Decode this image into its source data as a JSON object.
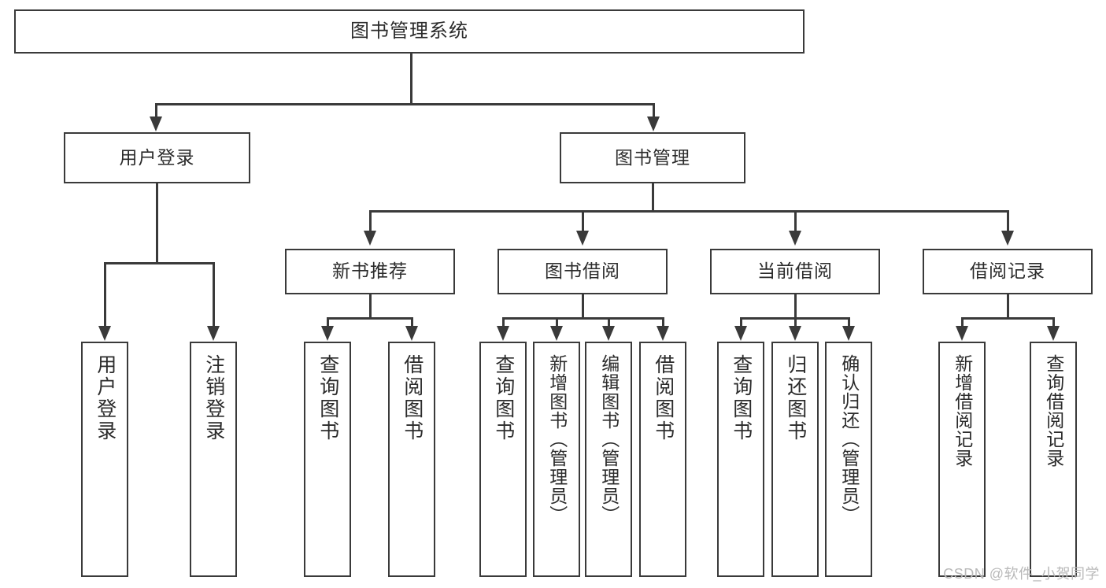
{
  "diagram": {
    "type": "tree-hierarchy",
    "title": "图书管理系统",
    "watermark": "CSDN @软件_小贺同学",
    "colors": {
      "stroke": "#3a3a3a",
      "background": "#ffffff",
      "text": "#2b2b2b",
      "watermark": "#b9b9b9"
    },
    "levels": {
      "root": {
        "label": "图书管理系统"
      },
      "level2": [
        {
          "label": "用户登录"
        },
        {
          "label": "图书管理"
        }
      ],
      "level3": [
        {
          "label": "新书推荐"
        },
        {
          "label": "图书借阅"
        },
        {
          "label": "当前借阅"
        },
        {
          "label": "借阅记录"
        }
      ],
      "leaves": {
        "user_login": [
          {
            "label": "用户登录"
          },
          {
            "label": "注销登录"
          }
        ],
        "new_book_recommend": [
          {
            "label": "查询图书"
          },
          {
            "label": "借阅图书"
          }
        ],
        "book_borrow": [
          {
            "label": "查询图书"
          },
          {
            "label": "新增图书（管理员）"
          },
          {
            "label": "编辑图书（管理员）"
          },
          {
            "label": "借阅图书"
          }
        ],
        "current_borrow": [
          {
            "label": "查询图书"
          },
          {
            "label": "归还图书"
          },
          {
            "label": "确认归还（管理员）"
          }
        ],
        "borrow_records": [
          {
            "label": "新增借阅记录"
          },
          {
            "label": "查询借阅记录"
          }
        ]
      }
    }
  }
}
